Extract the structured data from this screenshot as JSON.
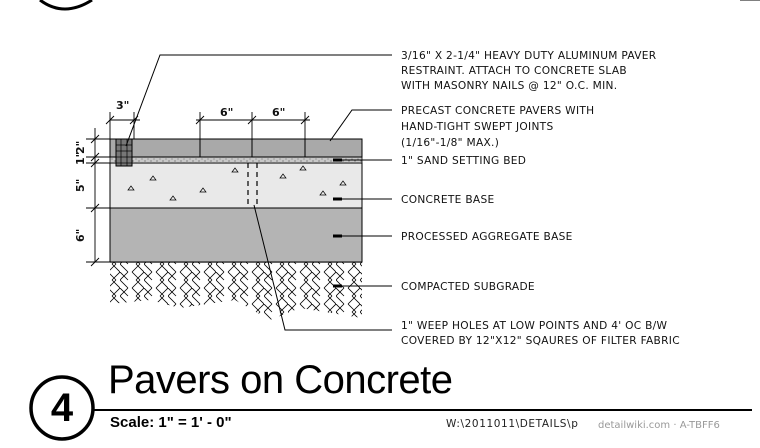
{
  "detail": {
    "number": "4",
    "title": "Pavers on Concrete",
    "scale": "Scale: 1\" = 1' - 0\"",
    "file_path": "W:\\2011011\\DETAILS\\p",
    "watermark": "detailwiki.com · A-TBFF6"
  },
  "dimensions": {
    "edge": "3\"",
    "joint_a": "6\"",
    "joint_b": "6\"",
    "paver": "2\"",
    "gap": "1\"",
    "concrete": "5\"",
    "aggregate": "6\""
  },
  "callouts": [
    {
      "lines": [
        "3/16\" X 2-1/4\" HEAVY DUTY ALUMINUM PAVER",
        "RESTRAINT.  ATTACH TO CONCRETE SLAB",
        "WITH MASONRY NAILS @ 12\" O.C. MIN."
      ]
    },
    {
      "lines": [
        "PRECAST CONCRETE PAVERS WITH",
        "HAND-TIGHT SWEPT JOINTS",
        "(1/16\"-1/8\" MAX.)"
      ]
    },
    {
      "lines": [
        "1\" SAND SETTING BED"
      ]
    },
    {
      "lines": [
        "CONCRETE BASE"
      ]
    },
    {
      "lines": [
        "PROCESSED AGGREGATE BASE"
      ]
    },
    {
      "lines": [
        "COMPACTED SUBGRADE"
      ]
    },
    {
      "lines": [
        "1\" WEEP HOLES AT LOW POINTS AND 4' OC B/W",
        "COVERED BY 12\"X12\" SQAURES OF FILTER FABRIC"
      ]
    }
  ],
  "colors": {
    "paver": "#a9a9a9",
    "sand": "#c8c8c8",
    "concrete": "#e9e9e9",
    "aggregate": "#b4b4b4",
    "line": "#000000"
  }
}
